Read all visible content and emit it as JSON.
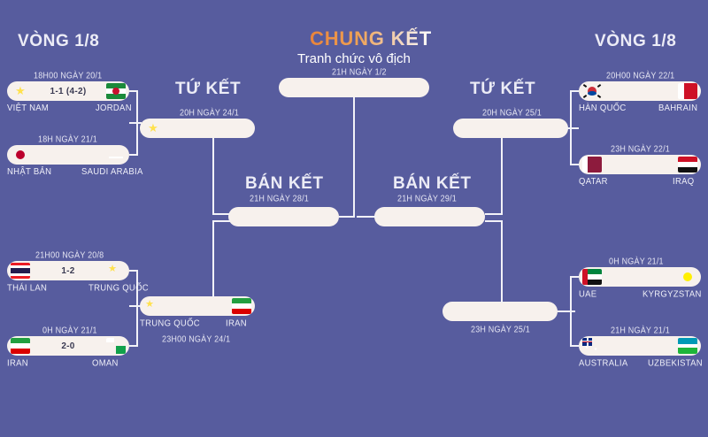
{
  "background_color": "#575C9E",
  "pill_color": "#F7F1ED",
  "line_color": "#F2F2F8",
  "accent_color": "#E8833A",
  "headings": {
    "left_round16": "VÒNG 1/8",
    "right_round16": "VÒNG 1/8",
    "left_quarter": "TỨ KẾT",
    "right_quarter": "TỨ KẾT",
    "left_semi": "BÁN KẾT",
    "right_semi": "BÁN KẾT",
    "final": "CHUNG KẾT",
    "final_subtitle": "Tranh chức vô địch"
  },
  "rounds": {
    "round_of_16_left": [
      {
        "date": "18H00 NGÀY 20/1",
        "home": "VIỆT NAM",
        "away": "JORDAN",
        "score": "1-1 (4-2)",
        "home_flag": "vietnam-flag",
        "away_flag": "jordan-flag"
      },
      {
        "date": "18H NGÀY 21/1",
        "home": "NHẬT BẢN",
        "away": "SAUDI ARABIA",
        "score": "",
        "home_flag": "japan-flag",
        "away_flag": "saudi-arabia-flag"
      },
      {
        "date": "21H00 NGÀY 20/8",
        "home": "THÁI LAN",
        "away": "TRUNG QUỐC",
        "score": "1-2",
        "home_flag": "thailand-flag",
        "away_flag": "china-flag"
      },
      {
        "date": "0H NGÀY 21/1",
        "home": "IRAN",
        "away": "OMAN",
        "score": "2-0",
        "home_flag": "iran-flag",
        "away_flag": "oman-flag"
      }
    ],
    "round_of_16_right": [
      {
        "date": "20H00 NGÀY 22/1",
        "home": "HÀN QUỐC",
        "away": "BAHRAIN",
        "score": "",
        "home_flag": "south-korea-flag",
        "away_flag": "bahrain-flag"
      },
      {
        "date": "23H NGÀY 22/1",
        "home": "QATAR",
        "away": "IRAQ",
        "score": "",
        "home_flag": "qatar-flag",
        "away_flag": "iraq-flag"
      },
      {
        "date": "0H NGÀY 21/1",
        "home": "UAE",
        "away": "KYRGYZSTAN",
        "score": "",
        "home_flag": "uae-flag",
        "away_flag": "kyrgyzstan-flag"
      },
      {
        "date": "21H NGÀY 21/1",
        "home": "AUSTRALIA",
        "away": "UZBEKISTAN",
        "score": "",
        "home_flag": "australia-flag",
        "away_flag": "uzbekistan-flag"
      }
    ],
    "quarter_left": [
      {
        "date": "20H NGÀY 24/1",
        "home": "",
        "away": "",
        "score": "",
        "home_flag": "vietnam-flag",
        "away_flag": ""
      },
      {
        "date": "23H00 NGÀY 24/1",
        "home": "TRUNG QUỐC",
        "away": "IRAN",
        "score": "",
        "home_flag": "china-flag",
        "away_flag": "iran-flag"
      }
    ],
    "quarter_right": [
      {
        "date": "20H NGÀY 25/1",
        "home": "",
        "away": "",
        "score": "",
        "home_flag": "",
        "away_flag": ""
      },
      {
        "date": "23H NGÀY 25/1",
        "home": "",
        "away": "",
        "score": "",
        "home_flag": "",
        "away_flag": ""
      }
    ],
    "semi_left": {
      "date": "21H NGÀY 28/1",
      "home": "",
      "away": "",
      "score": ""
    },
    "semi_right": {
      "date": "21H NGÀY 29/1",
      "home": "",
      "away": "",
      "score": ""
    },
    "final": {
      "date": "21H NGÀY 1/2",
      "home": "",
      "away": "",
      "score": ""
    }
  }
}
